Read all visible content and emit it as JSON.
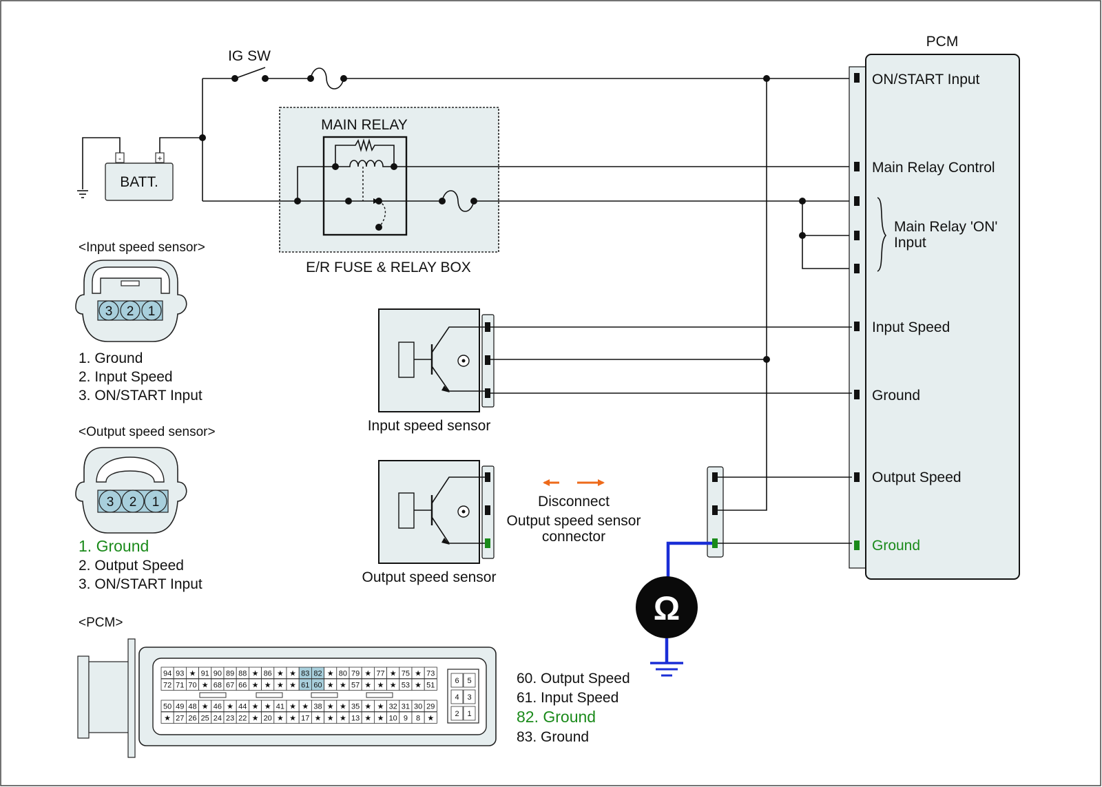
{
  "colors": {
    "accent_green": "#1a8a1a",
    "meter_wire_blue": "#1a2ed6",
    "arrow_orange": "#ee6a1a",
    "pin_highlight": "#a8cfdc",
    "component_fill": "#e6eeef"
  },
  "labels": {
    "ig_sw": "IG SW",
    "batt": "BATT.",
    "batt_minus": "-",
    "batt_plus": "+",
    "main_relay": "MAIN RELAY",
    "relay_box": "E/R FUSE & RELAY BOX",
    "pcm": "PCM",
    "input_sensor_caption": "Input speed sensor",
    "output_sensor_caption": "Output speed sensor",
    "disconnect_line1": "Disconnect",
    "disconnect_line2": "Output speed sensor",
    "disconnect_line3": "connector",
    "meter_symbol": "Ω"
  },
  "pcm_terminals": {
    "on_start": "ON/START Input",
    "main_relay_control": "Main Relay Control",
    "main_relay_on_line1": "Main Relay 'ON'",
    "main_relay_on_line2": "Input",
    "input_speed": "Input Speed",
    "ground1": "Ground",
    "output_speed": "Output Speed",
    "ground2": "Ground"
  },
  "input_connector": {
    "title": "<Input speed sensor>",
    "pins": [
      "3",
      "2",
      "1"
    ],
    "legend": [
      "1. Ground",
      "2. Input Speed",
      "3. ON/START Input"
    ]
  },
  "output_connector": {
    "title": "<Output speed sensor>",
    "pins": [
      "3",
      "2",
      "1"
    ],
    "legend_highlight": "1. Ground",
    "legend": [
      "2. Output Speed",
      "3. ON/START Input"
    ]
  },
  "pcm_connector": {
    "title": "<PCM>",
    "row1": [
      "94",
      "93",
      "★",
      "91",
      "90",
      "89",
      "88",
      "★",
      "86",
      "★",
      "★",
      "83",
      "82",
      "★",
      "80",
      "79",
      "★",
      "77",
      "★",
      "75",
      "★",
      "73"
    ],
    "row2": [
      "72",
      "71",
      "70",
      "★",
      "68",
      "67",
      "66",
      "★",
      "★",
      "★",
      "★",
      "61",
      "60",
      "★",
      "★",
      "57",
      "★",
      "★",
      "★",
      "53",
      "★",
      "51"
    ],
    "row3": [
      "50",
      "49",
      "48",
      "★",
      "46",
      "★",
      "44",
      "★",
      "★",
      "41",
      "★",
      "★",
      "38",
      "★",
      "★",
      "35",
      "★",
      "★",
      "32",
      "31",
      "30",
      "29"
    ],
    "row4": [
      "★",
      "27",
      "26",
      "25",
      "24",
      "23",
      "22",
      "★",
      "20",
      "★",
      "★",
      "17",
      "★",
      "★",
      "★",
      "13",
      "★",
      "★",
      "10",
      "9",
      "8",
      "★"
    ],
    "highlighted": [
      "83",
      "82",
      "61",
      "60"
    ],
    "side_block": [
      [
        "6",
        "5"
      ],
      [
        "4",
        "3"
      ],
      [
        "2",
        "1"
      ]
    ],
    "legend": [
      "60. Output Speed",
      "61. Input Speed"
    ],
    "legend_highlight": "82. Ground",
    "legend_last": "83. Ground"
  }
}
